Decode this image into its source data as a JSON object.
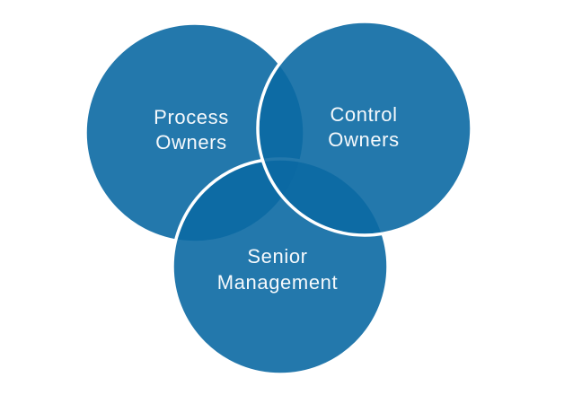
{
  "venn": {
    "background_color": "#ffffff",
    "circle_fill_color": "#0b69a3",
    "circle_stroke_color": "#ffffff",
    "label_color": "#f5f9fc",
    "observed_region_colors": {
      "single_circle": "#2378ac",
      "two_circle_overlap": "#0d6aa4"
    },
    "circles": [
      {
        "name": "process-owners",
        "label": "Process\nOwners"
      },
      {
        "name": "senior-management",
        "label": "Senior\nManagement"
      },
      {
        "name": "control-owners",
        "label": "Control\nOwners"
      }
    ]
  }
}
